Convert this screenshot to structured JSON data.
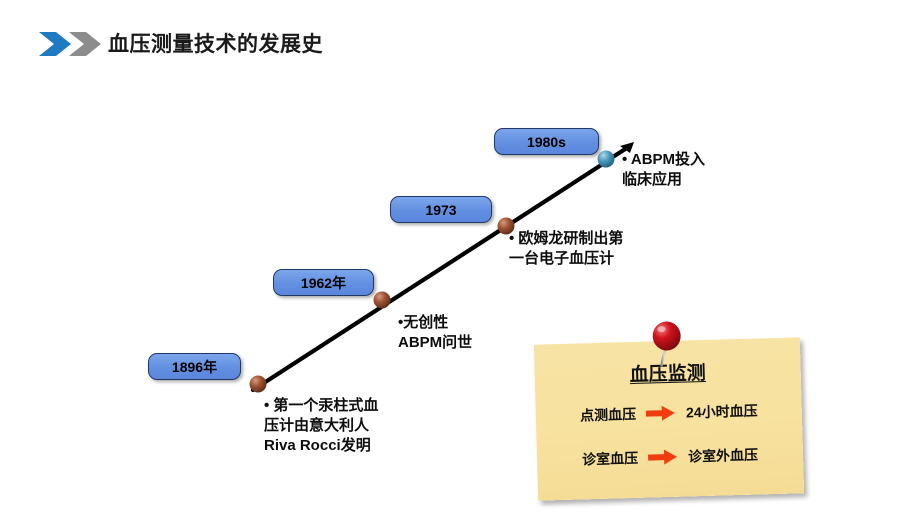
{
  "header": {
    "title": "血压测量技术的发展史",
    "chevron_blue": "#1F7BC1",
    "chevron_gray": "#8C8C8C"
  },
  "timeline": {
    "line_color": "#000000",
    "badge_fill": "#628FE0",
    "badge_border": "#1F3864",
    "marker_color": "#8C4A32",
    "endpoint_color": "#2E7FA8",
    "events": [
      {
        "year": "1896年",
        "description": "•  第一个汞柱式血\n压计由意大利人\nRiva Rocci发明"
      },
      {
        "year": "1962年",
        "description": "•无创性\nABPM问世"
      },
      {
        "year": "1973",
        "description": "• 欧姆龙研制出第\n一台电子血压计"
      },
      {
        "year": "1980s",
        "description": "• ABPM投入\n临床应用"
      }
    ]
  },
  "sticky_note": {
    "title": "血压监测",
    "note_fill": "#F7E2A0",
    "arrow_color": "#F03D10",
    "pin_color": "#C2121B",
    "rows": [
      {
        "from": "点测血压",
        "to": "24小时血压"
      },
      {
        "from": "诊室血压",
        "to": "诊室外血压"
      }
    ]
  }
}
